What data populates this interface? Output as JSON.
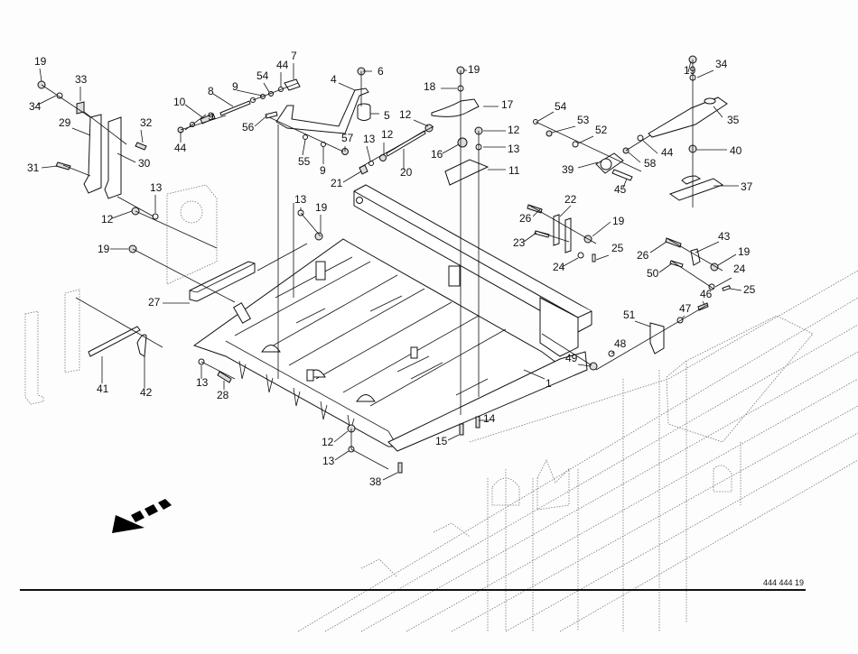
{
  "diagram": {
    "type": "exploded-parts-view",
    "document_number": "444 444 19",
    "direction_arrow": "travel-direction-arrow",
    "callouts": [
      {
        "id": "c19a",
        "label": "19"
      },
      {
        "id": "c34a",
        "label": "34"
      },
      {
        "id": "c33",
        "label": "33"
      },
      {
        "id": "c29",
        "label": "29"
      },
      {
        "id": "c32",
        "label": "32"
      },
      {
        "id": "c30",
        "label": "30"
      },
      {
        "id": "c31",
        "label": "31"
      },
      {
        "id": "c12a",
        "label": "12"
      },
      {
        "id": "c13a",
        "label": "13"
      },
      {
        "id": "c10",
        "label": "10"
      },
      {
        "id": "c8",
        "label": "8"
      },
      {
        "id": "c9a",
        "label": "9"
      },
      {
        "id": "c9b",
        "label": "9"
      },
      {
        "id": "c44a",
        "label": "44"
      },
      {
        "id": "c54a",
        "label": "54"
      },
      {
        "id": "c44b",
        "label": "44"
      },
      {
        "id": "c7",
        "label": "7"
      },
      {
        "id": "c4",
        "label": "4"
      },
      {
        "id": "c6",
        "label": "6"
      },
      {
        "id": "c5",
        "label": "5"
      },
      {
        "id": "c56",
        "label": "56"
      },
      {
        "id": "c55",
        "label": "55"
      },
      {
        "id": "c9c",
        "label": "9"
      },
      {
        "id": "c57",
        "label": "57"
      },
      {
        "id": "c13b",
        "label": "13"
      },
      {
        "id": "c12b",
        "label": "12"
      },
      {
        "id": "c21",
        "label": "21"
      },
      {
        "id": "c20",
        "label": "20"
      },
      {
        "id": "c12c",
        "label": "12"
      },
      {
        "id": "c18",
        "label": "18"
      },
      {
        "id": "c19b",
        "label": "19"
      },
      {
        "id": "c17",
        "label": "17"
      },
      {
        "id": "c16",
        "label": "16"
      },
      {
        "id": "c12d",
        "label": "12"
      },
      {
        "id": "c13c",
        "label": "13"
      },
      {
        "id": "c11",
        "label": "11"
      },
      {
        "id": "c54b",
        "label": "54"
      },
      {
        "id": "c53",
        "label": "53"
      },
      {
        "id": "c52",
        "label": "52"
      },
      {
        "id": "c39",
        "label": "39"
      },
      {
        "id": "c45",
        "label": "45"
      },
      {
        "id": "c58",
        "label": "58"
      },
      {
        "id": "c44c",
        "label": "44"
      },
      {
        "id": "c19c",
        "label": "19"
      },
      {
        "id": "c34b",
        "label": "34"
      },
      {
        "id": "c35",
        "label": "35"
      },
      {
        "id": "c40",
        "label": "40"
      },
      {
        "id": "c37",
        "label": "37"
      },
      {
        "id": "c13d",
        "label": "13"
      },
      {
        "id": "c19d",
        "label": "19"
      },
      {
        "id": "c19e",
        "label": "19"
      },
      {
        "id": "c27",
        "label": "27"
      },
      {
        "id": "c41",
        "label": "41"
      },
      {
        "id": "c42",
        "label": "42"
      },
      {
        "id": "c13e",
        "label": "13"
      },
      {
        "id": "c28",
        "label": "28"
      },
      {
        "id": "c26a",
        "label": "26"
      },
      {
        "id": "c22",
        "label": "22"
      },
      {
        "id": "c19f",
        "label": "19"
      },
      {
        "id": "c23",
        "label": "23"
      },
      {
        "id": "c25a",
        "label": "25"
      },
      {
        "id": "c24a",
        "label": "24"
      },
      {
        "id": "c26b",
        "label": "26"
      },
      {
        "id": "c43",
        "label": "43"
      },
      {
        "id": "c19g",
        "label": "19"
      },
      {
        "id": "c50",
        "label": "50"
      },
      {
        "id": "c24b",
        "label": "24"
      },
      {
        "id": "c25b",
        "label": "25"
      },
      {
        "id": "c46",
        "label": "46"
      },
      {
        "id": "c47",
        "label": "47"
      },
      {
        "id": "c51",
        "label": "51"
      },
      {
        "id": "c48",
        "label": "48"
      },
      {
        "id": "c49",
        "label": "49"
      },
      {
        "id": "c1",
        "label": "1"
      },
      {
        "id": "c14",
        "label": "14"
      },
      {
        "id": "c15",
        "label": "15"
      },
      {
        "id": "c12e",
        "label": "12"
      },
      {
        "id": "c13f",
        "label": "13"
      },
      {
        "id": "c38",
        "label": "38"
      }
    ]
  }
}
